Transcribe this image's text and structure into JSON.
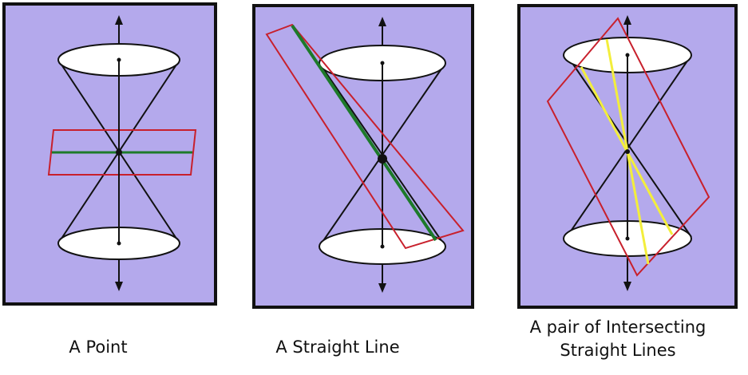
{
  "panels": [
    {
      "caption": "A Point"
    },
    {
      "caption": "A Straight Line"
    },
    {
      "caption": "A pair of Intersecting Straight Lines"
    }
  ],
  "captions": {
    "point": "A Point",
    "line": "A Straight Line",
    "pair_line1": "A pair of Intersecting",
    "pair_line2": "Straight Lines"
  },
  "colors": {
    "background": "#b4a9ec",
    "frame": "#111111",
    "cone_lines": "#111111",
    "cone_base": "#ffffff",
    "plane": "#c8202c",
    "section_line_point": "#1d7a2a",
    "section_line_straight": "#1d7a2a",
    "section_lines_pair": "#f3ee3c"
  }
}
